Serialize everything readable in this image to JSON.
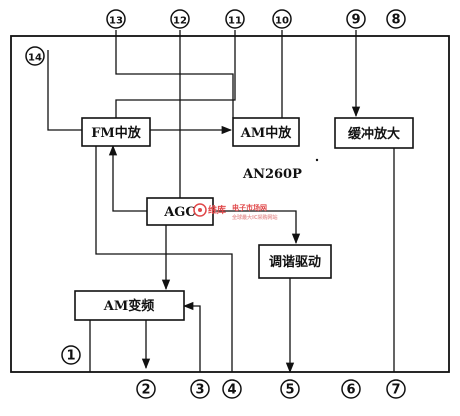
{
  "chip_label": "AN260P",
  "blocks": {
    "fm_if": "FM中放",
    "am_if": "AM中放",
    "buffer_amp": "缓冲放大",
    "agc": "AGC",
    "tuning_driver": "调谐驱动",
    "am_converter": "AM变频"
  },
  "pins": {
    "p1": "1",
    "p2": "2",
    "p3": "3",
    "p4": "4",
    "p5": "5",
    "p6": "6",
    "p7": "7",
    "p8": "8",
    "p9": "9",
    "p10": "10",
    "p11": "11",
    "p12": "12",
    "p13": "13",
    "p14": "14"
  },
  "watermark": {
    "brand": "维库",
    "line1": "电子市场网",
    "line2": "全球最大IC采购网站",
    "color": "#e0484a"
  }
}
